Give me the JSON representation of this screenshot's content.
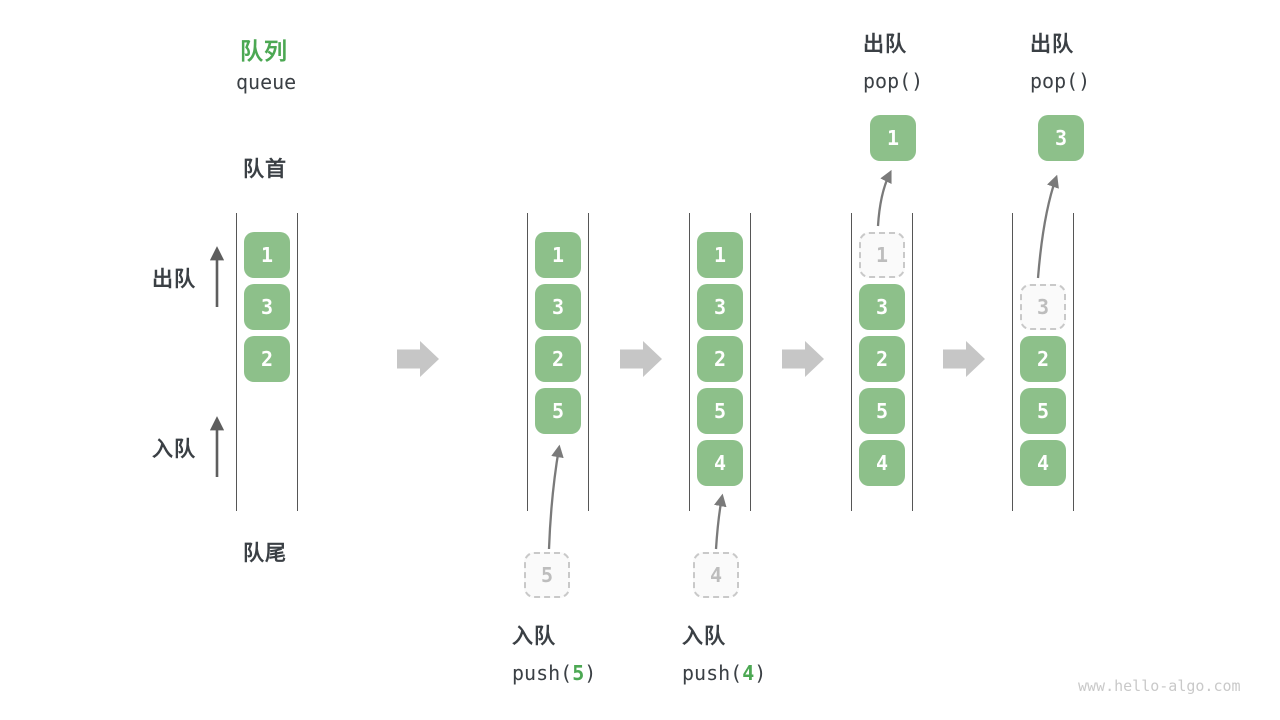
{
  "title": {
    "zh": "队列",
    "en": "queue"
  },
  "side_labels": {
    "front": "队首",
    "rear": "队尾",
    "dequeue": "出队",
    "enqueue": "入队"
  },
  "states": [
    {
      "boxes": [
        "1",
        "3",
        "2"
      ]
    },
    {
      "boxes": [
        "1",
        "3",
        "2",
        "5"
      ]
    },
    {
      "boxes": [
        "1",
        "3",
        "2",
        "5",
        "4"
      ]
    },
    {
      "popped": "1",
      "boxes": [
        "3",
        "2",
        "5",
        "4"
      ]
    },
    {
      "popped": "3",
      "boxes": [
        "2",
        "5",
        "4"
      ]
    }
  ],
  "operations": {
    "push5": {
      "label": "入队",
      "fn_open": "push(",
      "arg": "5",
      "fn_close": ")",
      "ghost": "5"
    },
    "push4": {
      "label": "入队",
      "fn_open": "push(",
      "arg": "4",
      "fn_close": ")",
      "ghost": "4"
    },
    "pop1": {
      "label": "出队",
      "code": "pop()",
      "result": "1"
    },
    "pop2": {
      "label": "出队",
      "code": "pop()",
      "result": "3"
    }
  },
  "watermark": "www.hello-algo.com",
  "colors": {
    "box_green": "#8DC08A",
    "accent_green": "#4CA853",
    "text_dark": "#3B4045",
    "queue_line": "#565656",
    "block_arrow": "#C6C6C6",
    "curved_arrow": "#7A7A7A",
    "dashed_border": "#C9C9C9",
    "ghost_text": "#BDBDBD",
    "watermark_gray": "#C9C9C9"
  }
}
